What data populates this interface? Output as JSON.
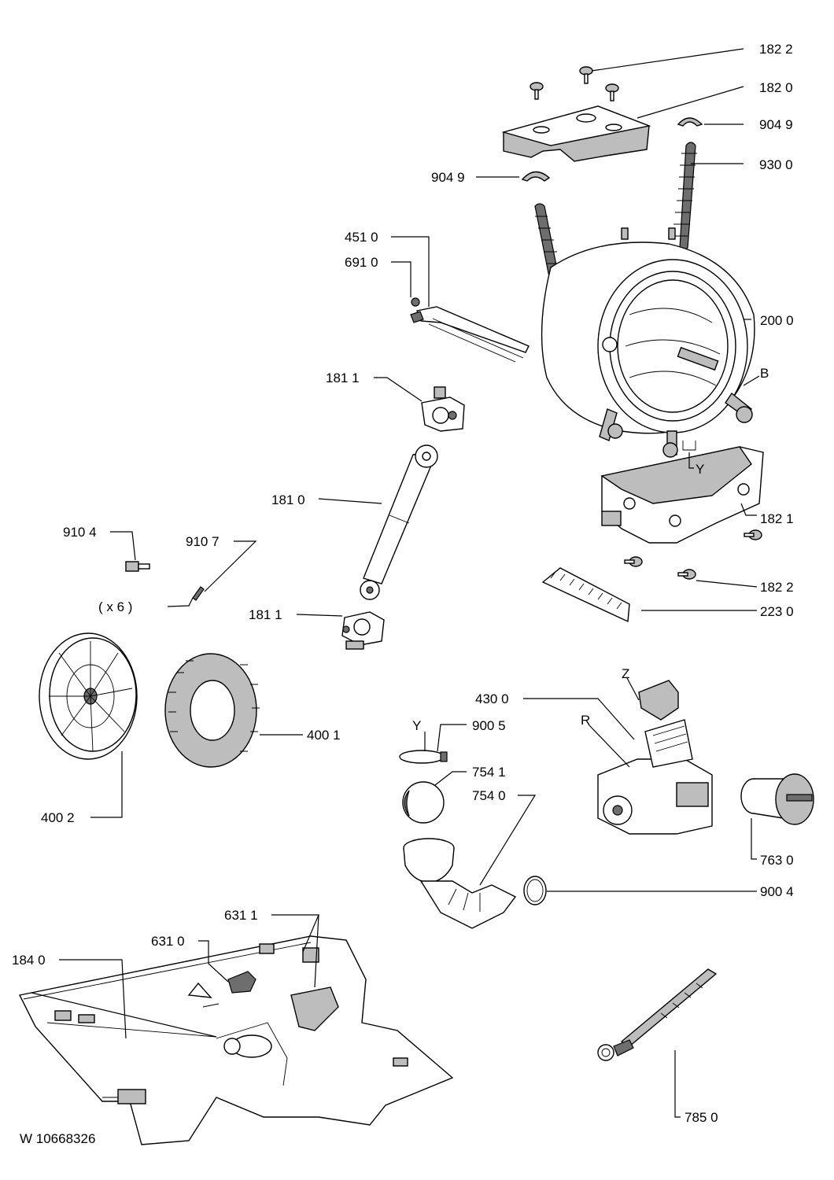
{
  "document_code": "W 10668326",
  "quantity_note": "( x 6 )",
  "callouts": {
    "screw_top": "182 2",
    "top_bracket": "182 0",
    "spring_hook_right": "904 9",
    "spring_hook_left": "904 9",
    "spring": "930 0",
    "heater": "451 0",
    "heater_nut": "691 0",
    "tub": "200 0",
    "letter_b": "B",
    "damper_mount_top": "181 1",
    "damper": "181 0",
    "letter_y_tub": "Y",
    "counterweight": "182 1",
    "screw_bottom": "182 2",
    "bolt": "910 4",
    "small_screw": "910 7",
    "damper_mount_bottom": "181 1",
    "heater_cover": "223 0",
    "letter_z": "Z",
    "pump": "430 0",
    "letter_r": "R",
    "letter_y_clamp": "Y",
    "clamp_ring": "900 5",
    "stator": "400 1",
    "ball": "754 1",
    "sump_hose": "754 0",
    "rotor": "400 2",
    "filter": "763 0",
    "hose_clamp": "900 4",
    "bracket_small": "631 1",
    "bracket_clip": "631 0",
    "base": "184 0",
    "drain_hose": "785 0"
  }
}
